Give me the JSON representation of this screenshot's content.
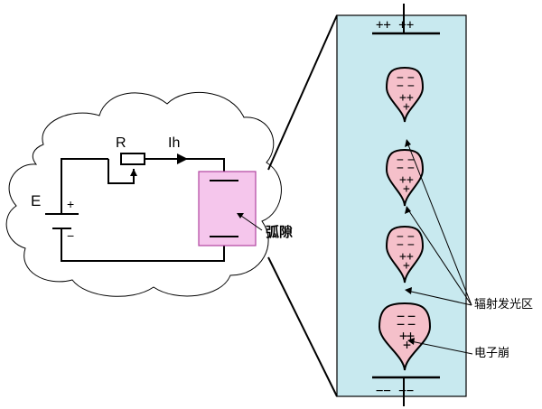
{
  "circuit": {
    "battery_label": "E",
    "battery_plus": "+",
    "battery_minus": "−",
    "resistor_label": "R",
    "current_label": "Ih",
    "gap_label": "弧隙"
  },
  "column": {
    "top_electrode_charges": "++ ++",
    "bottom_electrode_charges": "−− −−"
  },
  "avalanche": {
    "minus_mark": "−",
    "plus_mark": "+"
  },
  "annotations": {
    "radiation_label": "辐射发光区",
    "avalanche_label": "电子崩"
  },
  "colors": {
    "gap_fill": "#f5c6ec",
    "gap_stroke": "#b044a0",
    "column_fill": "#c8e9ef",
    "avalanche_fill": "#f5c0ca",
    "line": "#000000"
  }
}
